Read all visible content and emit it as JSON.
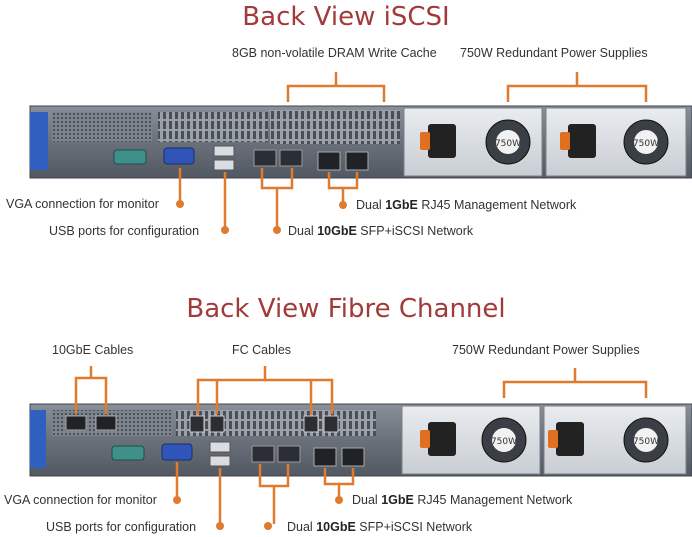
{
  "iscsi": {
    "title": "Back View iSCSI",
    "labels": {
      "cache": "8GB non-volatile DRAM Write Cache",
      "psu": "750W Redundant Power Supplies",
      "vga": "VGA connection for monitor",
      "usb": "USB ports for configuration",
      "mgmt_pre": "Dual ",
      "mgmt_bold": "1GbE",
      "mgmt_post": " RJ45 Management Network",
      "net_pre": "Dual ",
      "net_bold": "10GbE",
      "net_post": " SFP+iSCSI Network"
    },
    "psu_badge": "750W"
  },
  "fc": {
    "title": "Back View Fibre Channel",
    "labels": {
      "cables10g": "10GbE Cables",
      "fc_cables": "FC Cables",
      "psu": "750W Redundant Power Supplies",
      "vga": "VGA connection for monitor",
      "usb": "USB ports for configuration",
      "mgmt_pre": "Dual ",
      "mgmt_bold": "1GbE",
      "mgmt_post": " RJ45 Management Network",
      "net_pre": "Dual ",
      "net_bold": "10GbE",
      "net_post": " SFP+iSCSI Network"
    },
    "psu_badge": "750W"
  },
  "colors": {
    "title": "#a33a3a",
    "callout": "#e07a2e",
    "chassis": "#6f7680"
  }
}
